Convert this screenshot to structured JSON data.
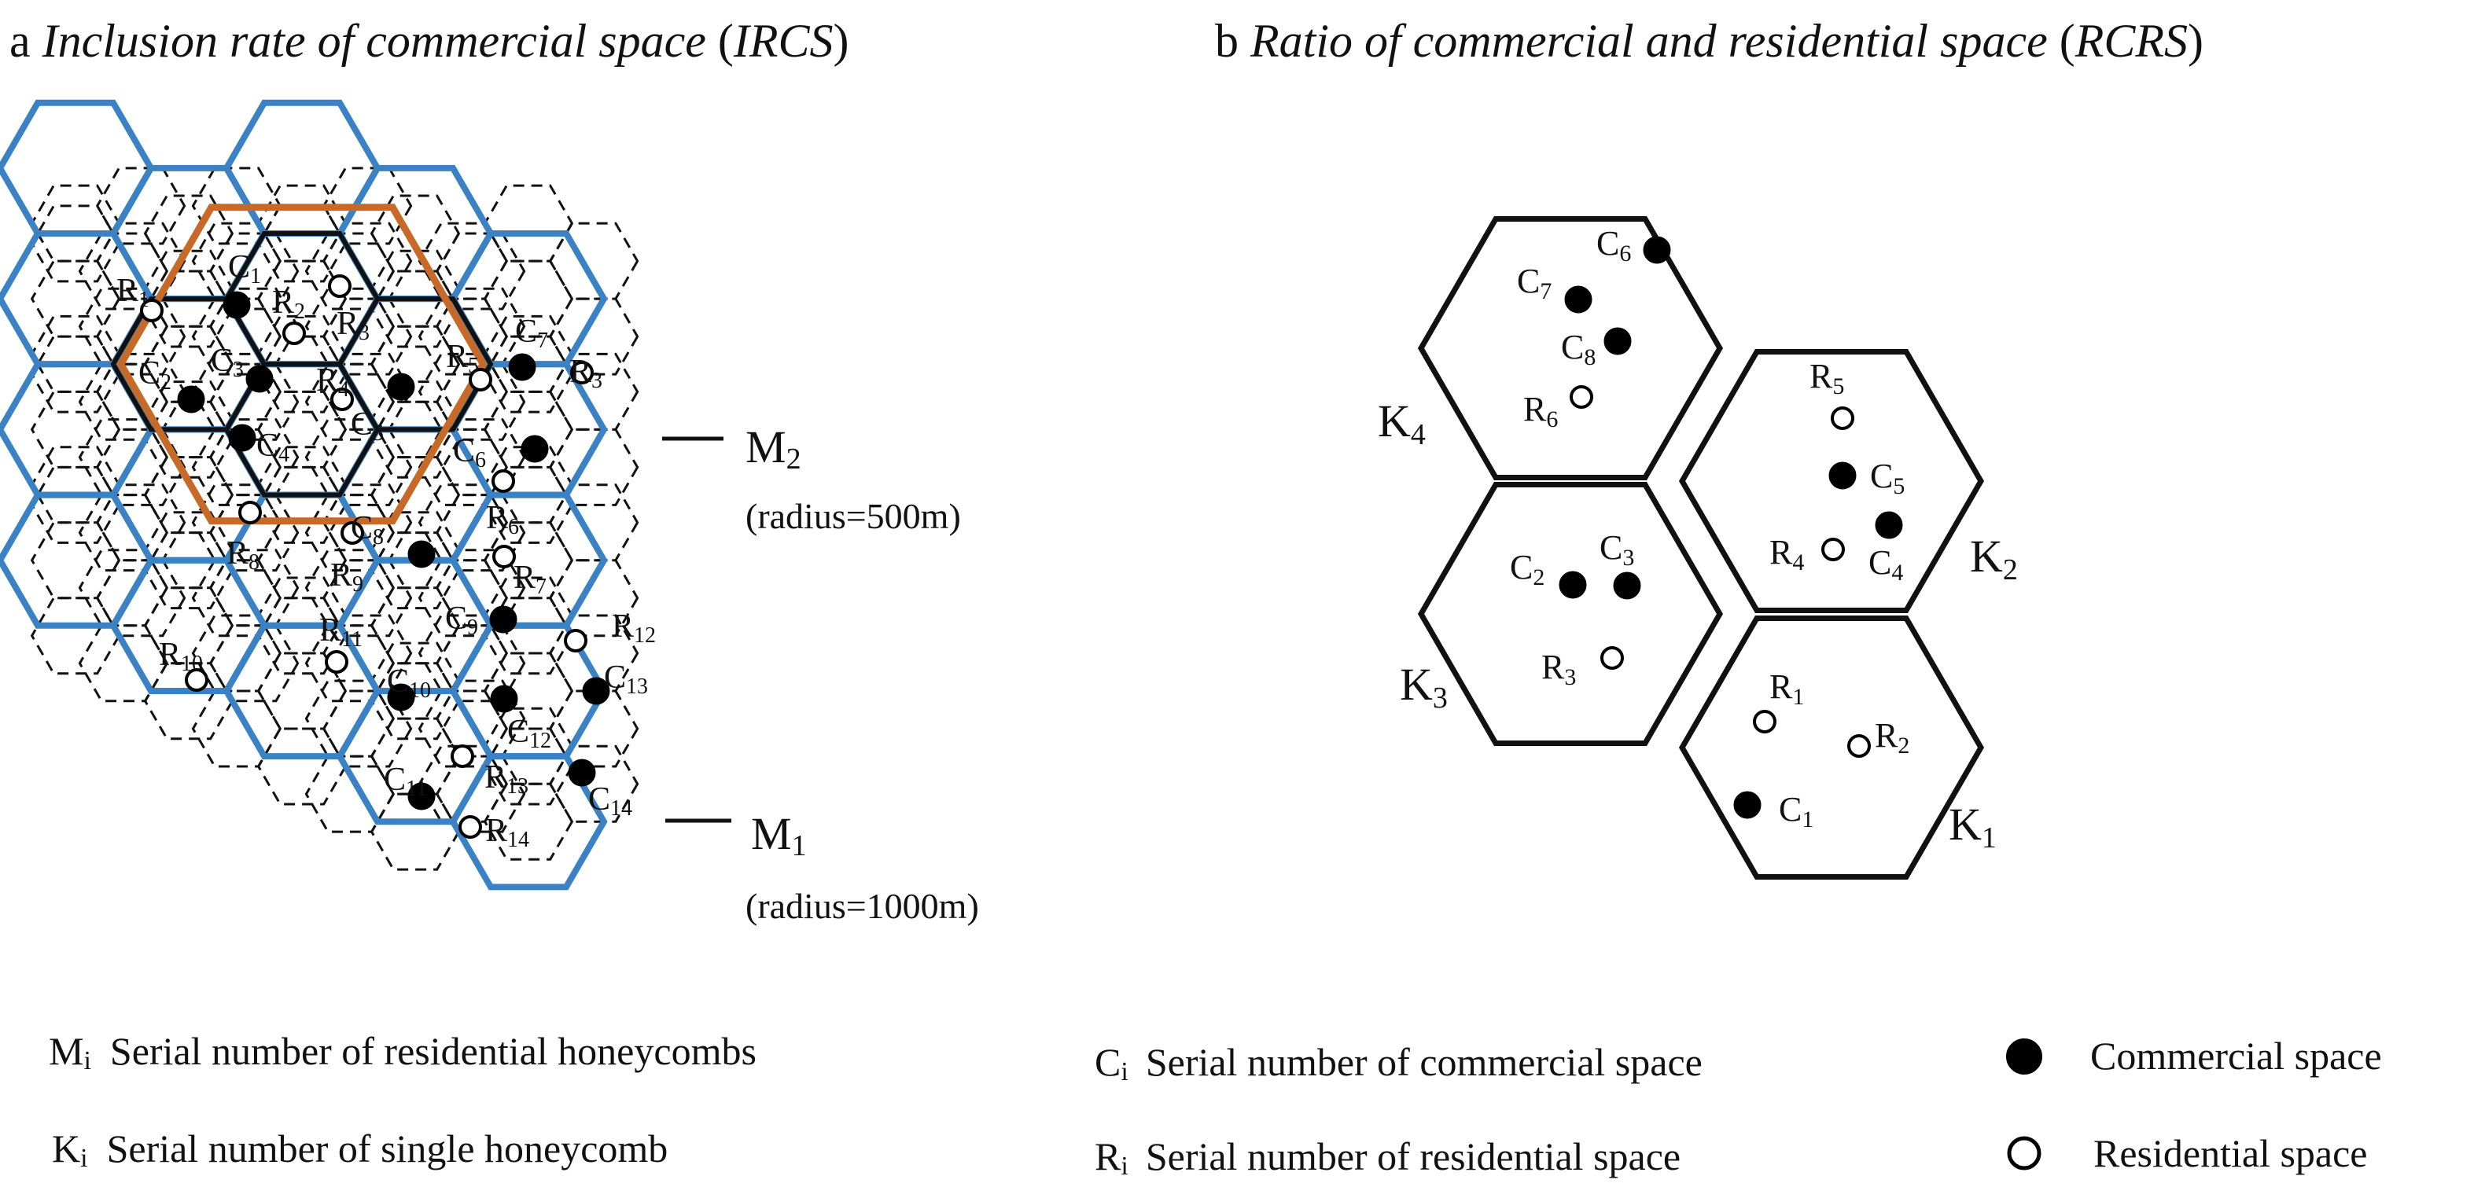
{
  "colors": {
    "outer_honeycomb": "#3a82c4",
    "inner_honeycomb": "#c76a28",
    "lines": "#111111",
    "commercial_dot": "#000000",
    "residential_dot": "#ffffff"
  },
  "panel_a": {
    "letter": "a",
    "title": "Inclusion rate of commercial space",
    "abbr_open": " (",
    "abbr": "IRCS",
    "abbr_close": ")",
    "m2": {
      "letter": "M",
      "index": "2",
      "note": "(radius=500m)"
    },
    "m1": {
      "letter": "M",
      "index": "1",
      "note": "(radius=1000m)"
    },
    "labels": [
      {
        "l": "R",
        "i": "1"
      },
      {
        "l": "C",
        "i": "1"
      },
      {
        "l": "R",
        "i": "2"
      },
      {
        "l": "R",
        "i": "3"
      },
      {
        "l": "C",
        "i": "2"
      },
      {
        "l": "C",
        "i": "3"
      },
      {
        "l": "R",
        "i": "4"
      },
      {
        "l": "C",
        "i": "4"
      },
      {
        "l": "C",
        "i": "5"
      },
      {
        "l": "R",
        "i": "5"
      },
      {
        "l": "C",
        "i": "7"
      },
      {
        "l": "R",
        "i": "3"
      },
      {
        "l": "C",
        "i": "6"
      },
      {
        "l": "R",
        "i": "6"
      },
      {
        "l": "R",
        "i": "8"
      },
      {
        "l": "C",
        "i": "8"
      },
      {
        "l": "R",
        "i": "9"
      },
      {
        "l": "R",
        "i": "7"
      },
      {
        "l": "C",
        "i": "9"
      },
      {
        "l": "R",
        "i": "12"
      },
      {
        "l": "R",
        "i": "10"
      },
      {
        "l": "R",
        "i": "11"
      },
      {
        "l": "C",
        "i": "10"
      },
      {
        "l": "C",
        "i": "12"
      },
      {
        "l": "C",
        "i": "13"
      },
      {
        "l": "C",
        "i": "11"
      },
      {
        "l": "R",
        "i": "13"
      },
      {
        "l": "C",
        "i": "14"
      },
      {
        "l": "R",
        "i": "14"
      }
    ]
  },
  "panel_b": {
    "letter": "b",
    "title": "Ratio of commercial and residential space",
    "abbr_open": " (",
    "abbr": "RCRS",
    "abbr_close": ")",
    "cells": [
      {
        "l": "K",
        "i": "4"
      },
      {
        "l": "K",
        "i": "2"
      },
      {
        "l": "K",
        "i": "3"
      },
      {
        "l": "K",
        "i": "1"
      }
    ],
    "labels": [
      {
        "l": "C",
        "i": "6"
      },
      {
        "l": "C",
        "i": "7"
      },
      {
        "l": "C",
        "i": "8"
      },
      {
        "l": "R",
        "i": "6"
      },
      {
        "l": "R",
        "i": "5"
      },
      {
        "l": "C",
        "i": "5"
      },
      {
        "l": "R",
        "i": "4"
      },
      {
        "l": "C",
        "i": "4"
      },
      {
        "l": "C",
        "i": "2"
      },
      {
        "l": "C",
        "i": "3"
      },
      {
        "l": "R",
        "i": "3"
      },
      {
        "l": "R",
        "i": "1"
      },
      {
        "l": "R",
        "i": "2"
      },
      {
        "l": "C",
        "i": "1"
      }
    ]
  },
  "legend": {
    "mi": {
      "l": "M",
      "i": "i",
      "text": "Serial number of residential honeycombs"
    },
    "ki": {
      "l": "K",
      "i": "i",
      "text": "Serial number of single honeycomb"
    },
    "ci": {
      "l": "C",
      "i": "i",
      "text": "Serial number of commercial space"
    },
    "ri": {
      "l": "R",
      "i": "i",
      "text": "Serial number of residential space"
    },
    "commercial": "Commercial space",
    "residential": "Residential space"
  }
}
